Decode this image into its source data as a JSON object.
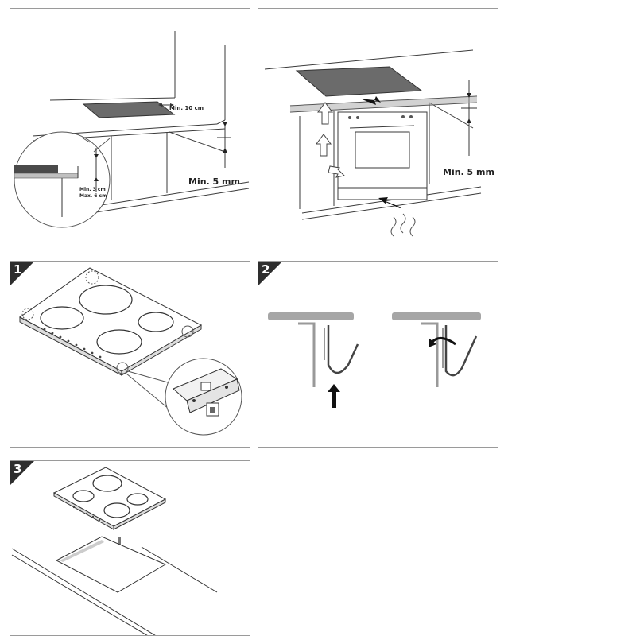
{
  "panels": {
    "top_left": {
      "label_min_10cm": "Min. 10 cm",
      "label_min_5mm": "Min. 5 mm",
      "label_min_3cm": "Min. 3 cm",
      "label_max_6cm": "Max. 6 cm"
    },
    "top_right": {
      "label_min_5mm": "Min. 5 mm"
    },
    "step1": {
      "number": "1"
    },
    "step2": {
      "number": "2"
    },
    "step3": {
      "number": "3"
    }
  },
  "colors": {
    "line": "#3a3a3a",
    "hob_grey": "#6b6b6b",
    "worktop_grey": "#a6a6a6",
    "badge": "#2e2e2e"
  }
}
